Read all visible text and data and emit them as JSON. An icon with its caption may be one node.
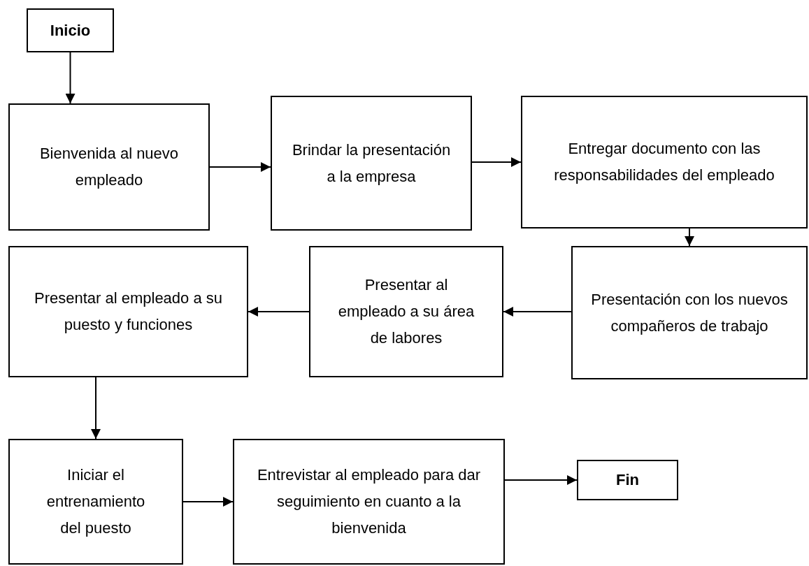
{
  "diagram": {
    "nodes": [
      {
        "text": [
          "Inicio"
        ]
      },
      {
        "text": [
          "Bienvenida al nuevo empleado"
        ]
      },
      {
        "text": [
          "Brindar la presentación a la empresa"
        ]
      },
      {
        "text": [
          "Entregar documento con las responsabilidades del empleado"
        ]
      },
      {
        "text": [
          "Presentación con los nuevos compañeros de trabajo"
        ]
      },
      {
        "text": [
          "Presentar al empleado a su área de labores"
        ]
      },
      {
        "text": [
          "Presentar al empleado a su puesto y funciones"
        ]
      },
      {
        "text": [
          "Iniciar el entrenamiento del puesto"
        ]
      },
      {
        "text": [
          "Entrevistar al empleado para dar seguimiento en cuanto a la bienvenida"
        ]
      },
      {
        "text": [
          "Fin"
        ]
      }
    ],
    "edges": [
      {
        "from": 0,
        "to": 1,
        "arrow": "to"
      },
      {
        "from": 1,
        "to": 2,
        "arrow": "to"
      },
      {
        "from": 2,
        "to": 3,
        "arrow": "to"
      },
      {
        "from": 3,
        "to": 4,
        "arrow": "to"
      },
      {
        "from": 4,
        "to": 5,
        "arrow": "to"
      },
      {
        "from": 5,
        "to": 6,
        "arrow": "to"
      },
      {
        "from": 6,
        "to": 7,
        "arrow": "to"
      },
      {
        "from": 7,
        "to": 8,
        "arrow": "to"
      },
      {
        "from": 8,
        "to": 9,
        "arrow": "to"
      }
    ]
  }
}
